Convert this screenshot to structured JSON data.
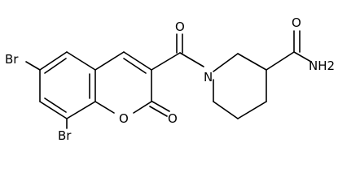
{
  "molecule": {
    "atoms": {
      "br_top": "Br",
      "br_bottom": "Br",
      "o_ketone": "O",
      "o_ring": "O",
      "o_lactone": "O",
      "n_piperidine": "N",
      "o_amide": "O",
      "nh2_amide": "NH2"
    }
  }
}
